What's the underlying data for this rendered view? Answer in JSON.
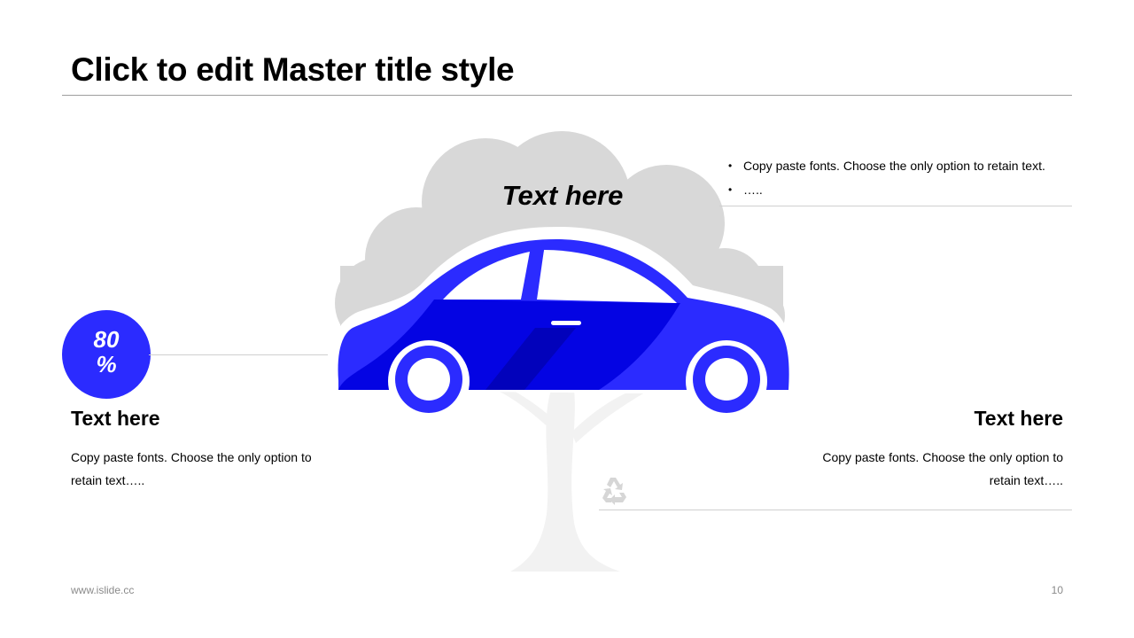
{
  "slide": {
    "title": "Click to edit Master title style",
    "cloud_label": "Text here",
    "bullets": [
      "Copy paste fonts. Choose the only option to retain text.",
      "….."
    ],
    "percent": {
      "value": "80",
      "unit": "%"
    },
    "left_block": {
      "heading": "Text here",
      "body": "Copy paste fonts. Choose the only option to retain text….."
    },
    "right_block": {
      "heading": "Text here",
      "body": "Copy paste fonts. Choose the only option to retain text….."
    },
    "footer": {
      "url": "www.islide.cc",
      "page_number": "10"
    }
  },
  "colors": {
    "accent": "#2b2bff",
    "accent_dark": "#0000e0",
    "cloud": "#d8d8d8",
    "tree": "#f2f2f2",
    "rule": "#d0d0d0"
  },
  "icons": {
    "illustration": "car-cloud-tree-illustration",
    "recycle": "recycle-icon"
  }
}
